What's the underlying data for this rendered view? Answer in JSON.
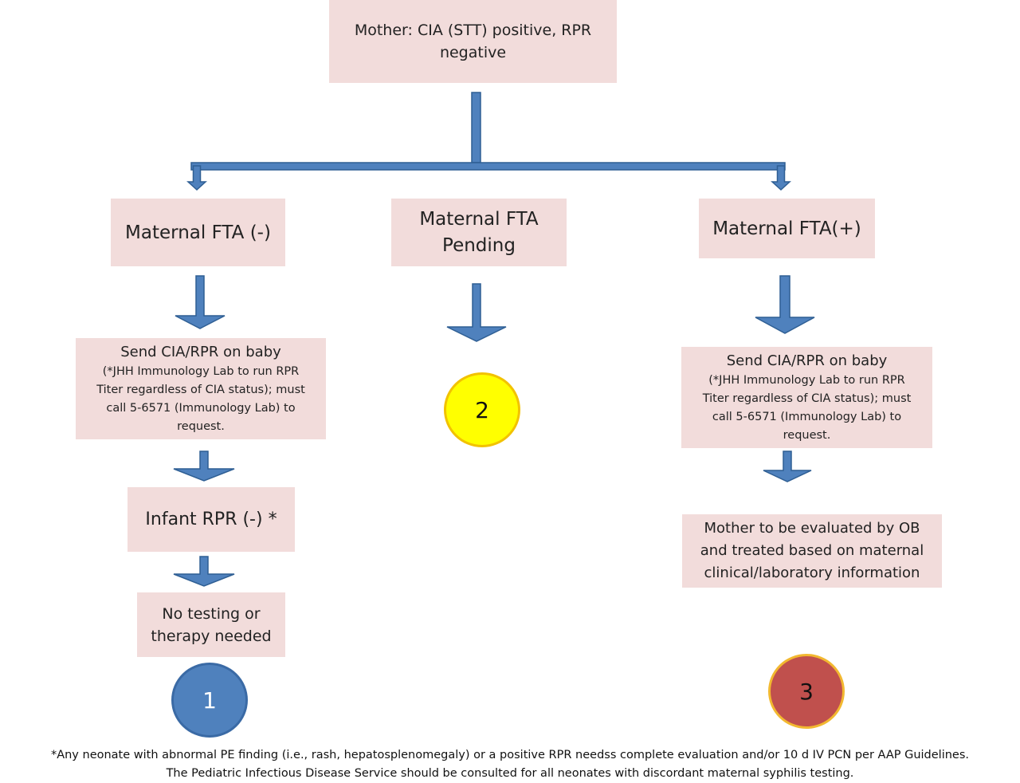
{
  "nodes": {
    "mother": {
      "line1": "Mother:  CIA (STT) positive, RPR",
      "line2": "negative"
    },
    "fta_neg": {
      "label": "Maternal FTA (-)"
    },
    "fta_pending": {
      "line1": "Maternal FTA",
      "line2": "Pending"
    },
    "fta_pos": {
      "label": "Maternal FTA(+)"
    },
    "send_left": {
      "title": "Send CIA/RPR on baby",
      "note1": "(*JHH  Immunology Lab to run RPR",
      "note2": "Titer regardless of CIA status); must",
      "note3": "call 5-6571 (Immunology Lab) to",
      "note4": "request."
    },
    "send_right": {
      "title": "Send CIA/RPR on baby",
      "note1": "(*JHH  Immunology Lab to run RPR",
      "note2": "Titer regardless of CIA status); must",
      "note3": "call 5-6571 (Immunology Lab) to",
      "note4": "request."
    },
    "infant_rpr": {
      "label": "Infant RPR (-) *"
    },
    "no_testing": {
      "line1": "No testing or",
      "line2": "therapy needed"
    },
    "mother_eval": {
      "line1": "Mother to be evaluated by OB",
      "line2": "and treated based on maternal",
      "line3": "clinical/laboratory information"
    }
  },
  "markers": [
    {
      "label": "1",
      "fill": "#4f81bd",
      "border": "#3a6aa5"
    },
    {
      "label": "2",
      "fill": "#ffff00",
      "border": "#f2c200"
    },
    {
      "label": "3",
      "fill": "#c0504d",
      "border": "#f2b830"
    }
  ],
  "colors": {
    "box": "#f2dcdb",
    "arrow": "#4f81bd",
    "arrow_border": "#2f5f94"
  },
  "footer": {
    "line1": "*Any neonate with abnormal  PE finding  (i.e.,  rash,  hepatosplenomegaly)  or a positive  RPR  needss complete evaluation   and/or 10 d IV PCN per AAP Guidelines.",
    "line2": "The Pediatric Infectious Disease Service should be consulted for all neonates with discordant maternal syphilis testing."
  }
}
